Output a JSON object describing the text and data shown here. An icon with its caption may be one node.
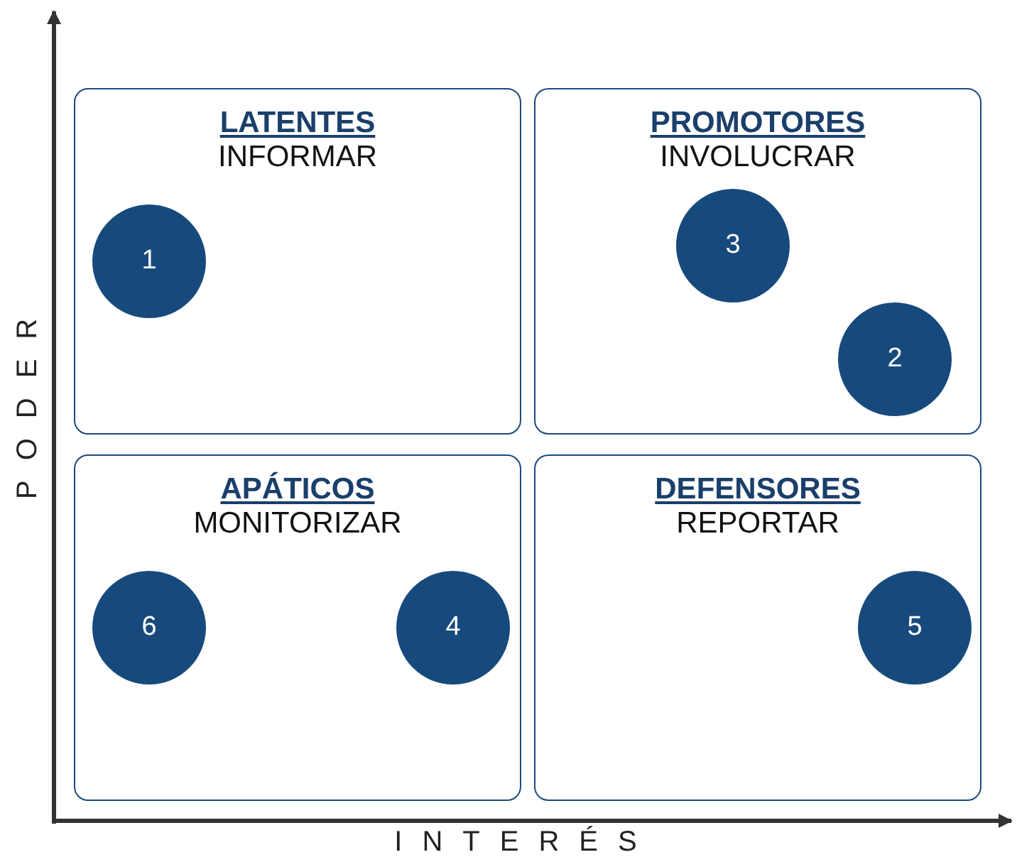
{
  "diagram": {
    "nodes": [
      {
        "text": [
          "LATENTES",
          "INFORMAR"
        ]
      },
      {
        "text": [
          "1"
        ],
        "in": 0
      },
      {
        "text": [
          "PROMOTORES",
          "INVOLUCRAR"
        ]
      },
      {
        "text": [
          "3"
        ],
        "in": 2
      },
      {
        "text": [
          "2"
        ],
        "in": 2
      },
      {
        "text": [
          "APÁTICOS",
          "MONITORIZAR"
        ]
      },
      {
        "text": [
          "6"
        ],
        "in": 5
      },
      {
        "text": [
          "4"
        ],
        "in": 5
      },
      {
        "text": [
          "DEFENSORES",
          "REPORTAR"
        ]
      },
      {
        "text": [
          "5"
        ],
        "in": 8
      }
    ],
    "edges": [],
    "labels": [
      "PODER",
      "INTERÉS"
    ]
  }
}
